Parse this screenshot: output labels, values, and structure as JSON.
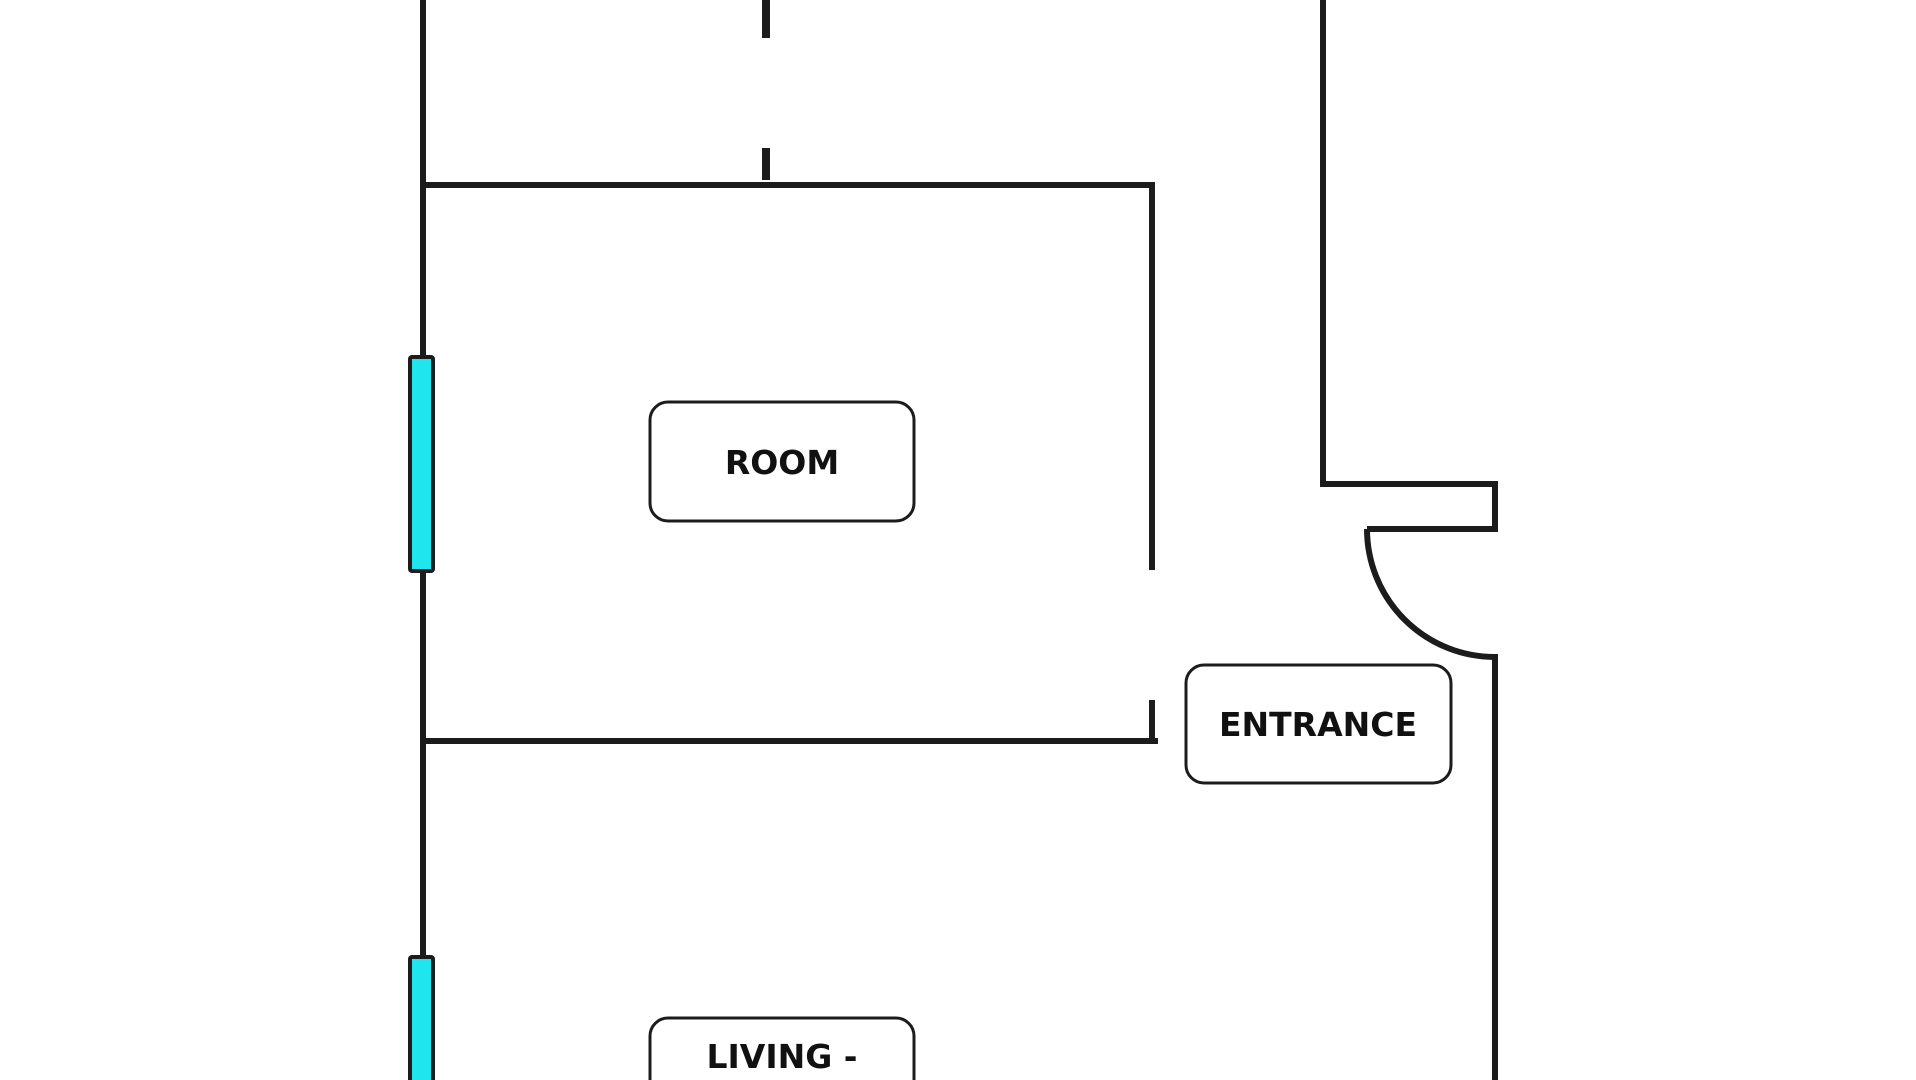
{
  "colors": {
    "wall": "#1c1c1c",
    "window_fill": "#1fe6ee",
    "label_border": "#1c1c1c",
    "background": "#ffffff"
  },
  "rooms": [
    {
      "key": "room",
      "text": "ROOM"
    },
    {
      "key": "entrance",
      "text": "ENTRANCE"
    },
    {
      "key": "living",
      "text": "LIVING -"
    }
  ]
}
